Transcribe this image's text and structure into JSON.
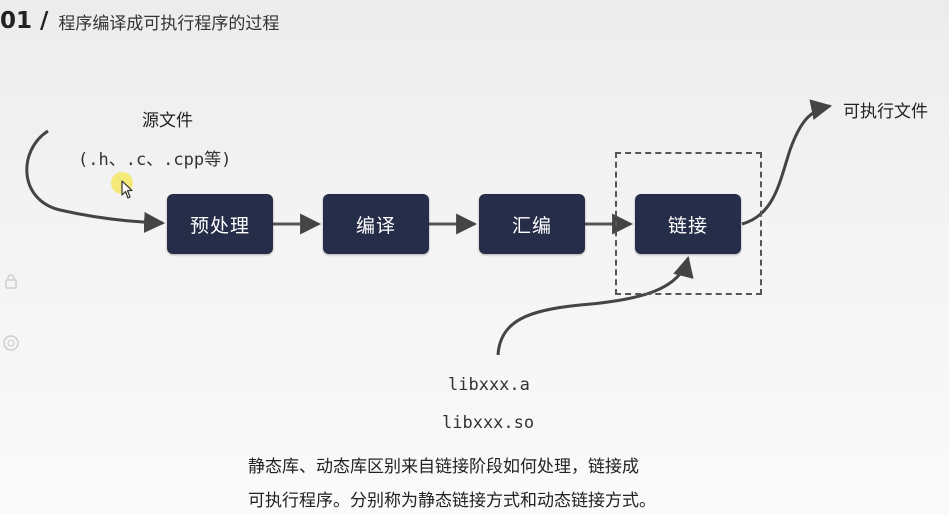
{
  "header": {
    "number": "01",
    "slash": "/",
    "title": "程序编译成可执行程序的过程"
  },
  "source": {
    "title": "源文件",
    "extensions": "(.h、.c、.cpp等)"
  },
  "stages": [
    "预处理",
    "编译",
    "汇编",
    "链接"
  ],
  "output": {
    "title": "可执行文件"
  },
  "libraries": {
    "static": "libxxx.a",
    "dynamic": "libxxx.so"
  },
  "description": {
    "line1": "静态库、动态库区别来自链接阶段如何处理，链接成",
    "line2": "可执行程序。分别称为静态链接方式和动态链接方式。"
  },
  "colors": {
    "box": "#262d48",
    "box_text": "#ffffff",
    "arrow": "#444444"
  },
  "icons": [
    "lock-icon",
    "badge-icon",
    "cursor-icon"
  ]
}
